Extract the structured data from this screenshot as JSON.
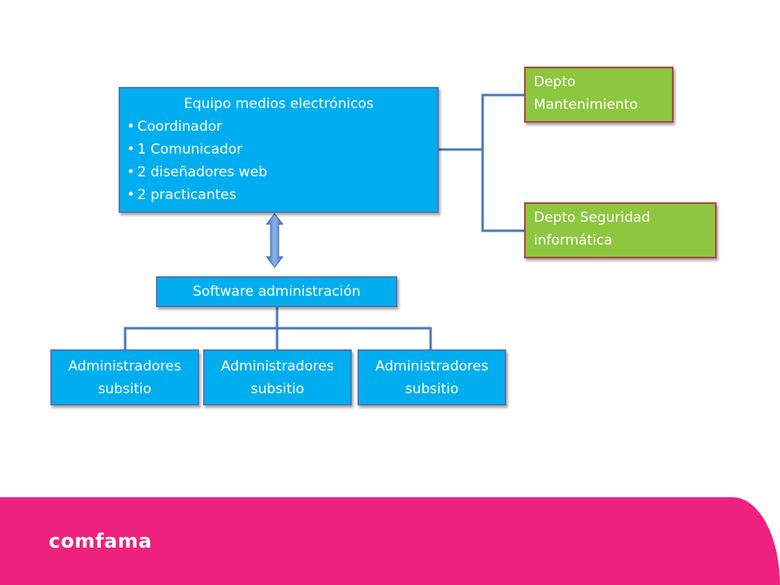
{
  "main_team": {
    "title": "Equipo medios electrónicos",
    "items": [
      "Coordinador",
      "1 Comunicador",
      "2 diseñadores web",
      "2 practicantes"
    ]
  },
  "departments": [
    "Depto Mantenimiento",
    "Depto Seguridad informática"
  ],
  "software": "Software  administración",
  "admins": [
    "Administradores subsitio",
    "Administradores subsitio",
    "Administradores subsitio"
  ],
  "brand": "comfama",
  "colors": {
    "box_blue": "#00aeef",
    "box_green": "#8dc63f",
    "connector": "#4a7ab8",
    "footer": "#ee217e"
  }
}
